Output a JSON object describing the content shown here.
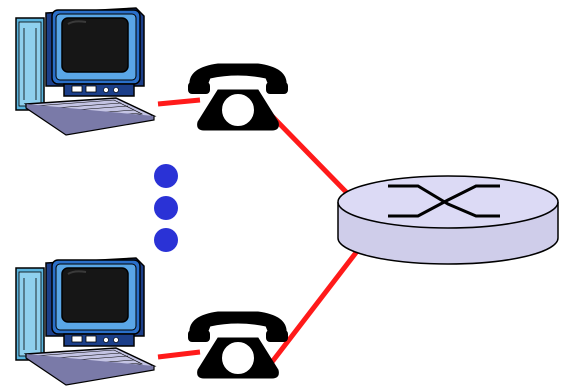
{
  "diagram": {
    "nodes": [
      {
        "id": "computer-top",
        "kind": "computer",
        "icon": "desktop-computer-icon"
      },
      {
        "id": "phone-top",
        "kind": "telephone",
        "icon": "telephone-icon"
      },
      {
        "id": "computer-bottom",
        "kind": "computer",
        "icon": "desktop-computer-icon"
      },
      {
        "id": "phone-bottom",
        "kind": "telephone",
        "icon": "telephone-icon"
      },
      {
        "id": "router",
        "kind": "router",
        "icon": "router-icon"
      }
    ],
    "links": [
      {
        "from": "computer-top",
        "to": "phone-top"
      },
      {
        "from": "phone-top",
        "to": "router"
      },
      {
        "from": "computer-bottom",
        "to": "phone-bottom"
      },
      {
        "from": "phone-bottom",
        "to": "router"
      }
    ],
    "ellipsis": {
      "count": 3,
      "meaning": "more hosts"
    }
  },
  "colors": {
    "link": "#ff1a1a",
    "ellipsis_dot": "#2a32d6",
    "router_fill": "#d8d6f2",
    "router_stroke": "#000000",
    "phone": "#000000",
    "monitor_screen": "#1a1a1a",
    "monitor_bezel": "#2a6fc9",
    "computer_case": "#7bc6e8",
    "keyboard": "#b7b7d8"
  }
}
